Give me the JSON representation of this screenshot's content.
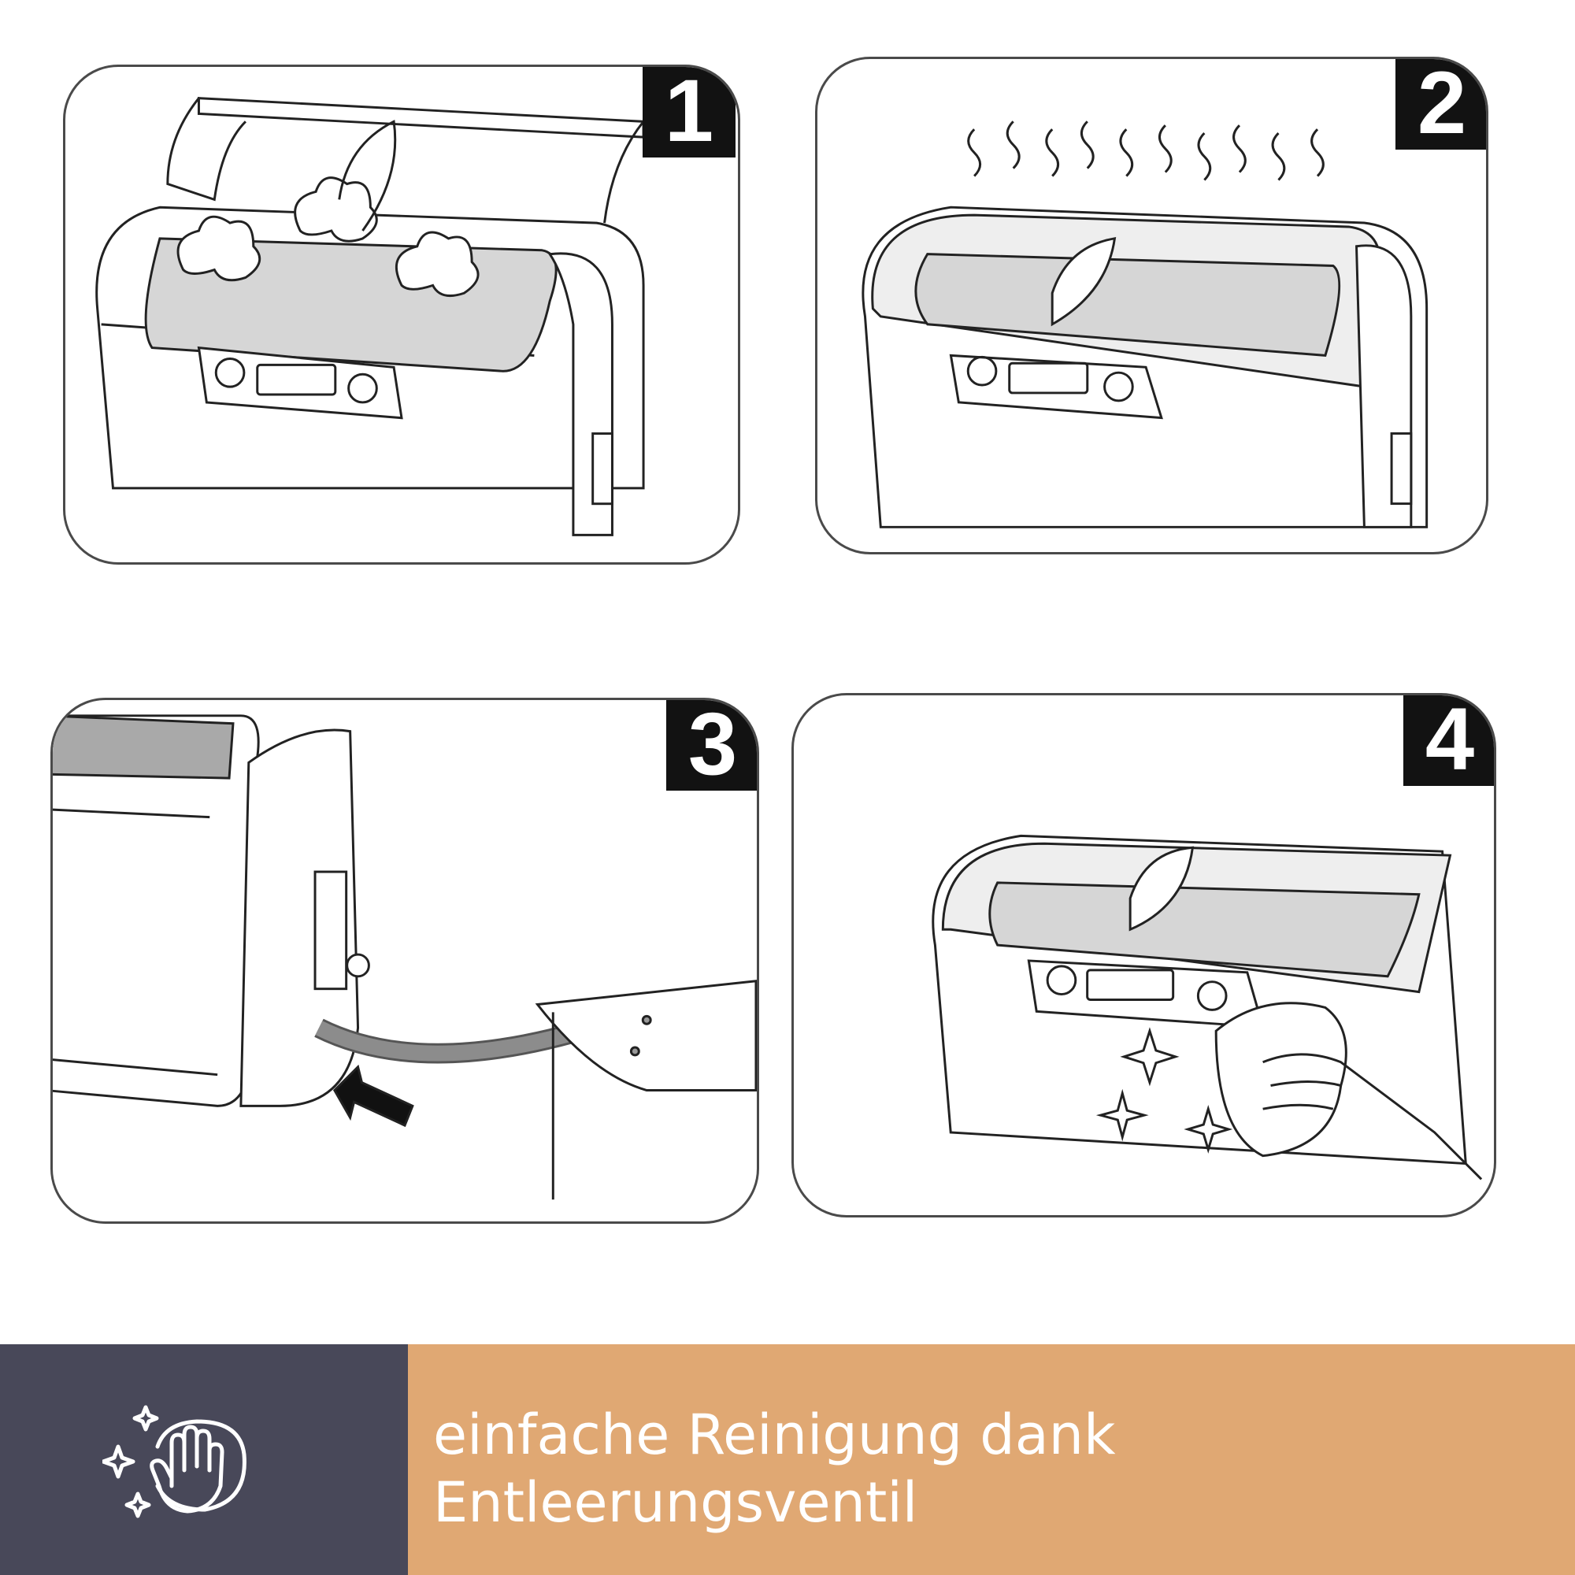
{
  "steps": [
    {
      "number": "1"
    },
    {
      "number": "2"
    },
    {
      "number": "3"
    },
    {
      "number": "4"
    }
  ],
  "footer": {
    "icon": "hand-wiping-sparkle-icon",
    "caption_line1": "einfache Reinigung dank",
    "caption_line2": "Entleerungsventil"
  },
  "colors": {
    "icon_panel": "#484859",
    "caption_panel": "#e0a873",
    "badge": "#121212",
    "line_art": "#222222",
    "liquid": "#d6d6d6"
  }
}
